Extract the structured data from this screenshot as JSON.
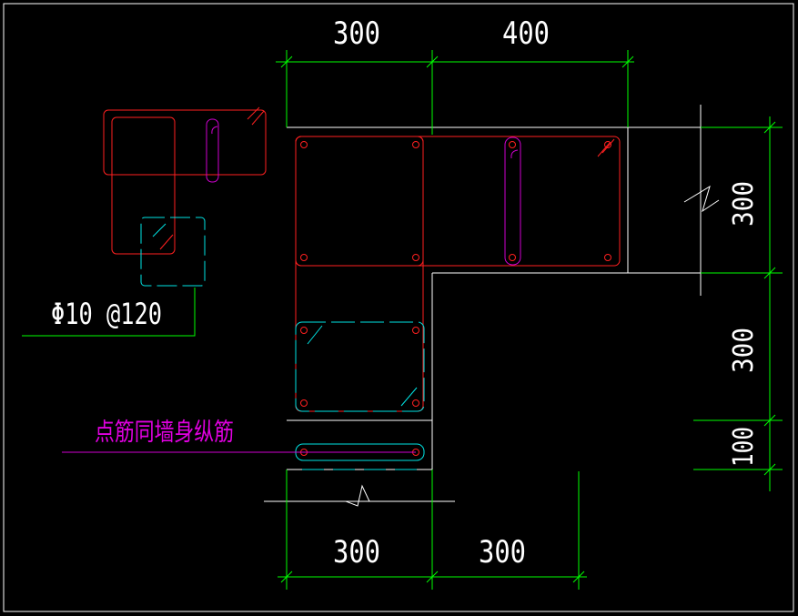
{
  "colors": {
    "background": "#000000",
    "outline": "#ffffff",
    "dimension": "#00ff00",
    "rebar": "#ff2020",
    "stirrup": "#00e5e5",
    "tie": "#d000d0",
    "note_text": "#e000e0"
  },
  "dimensions": {
    "top_left": "300",
    "top_right": "400",
    "right_upper": "300",
    "right_middle": "300",
    "right_lower": "100",
    "bottom_left": "300",
    "bottom_right": "300"
  },
  "labels": {
    "stirrup_spec": "Φ10 @120",
    "dot_bar_note": "点筋同墙身纵筋"
  }
}
